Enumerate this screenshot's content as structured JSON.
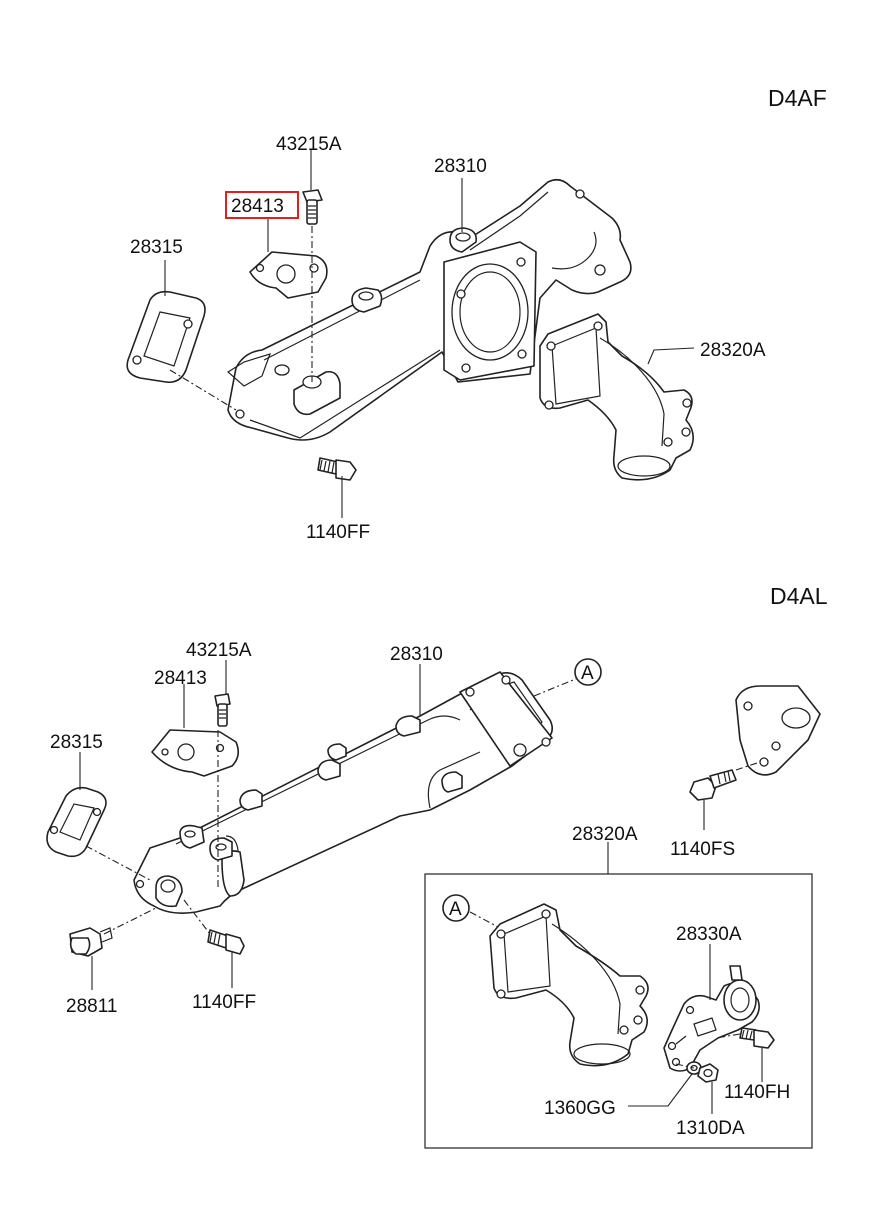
{
  "colors": {
    "highlight": "#e02020",
    "ink": "#111111"
  },
  "sections": {
    "top": {
      "header": "D4AF",
      "labels": {
        "bolt_top": "43215A",
        "bracket": "28413",
        "manifold": "28310",
        "gasket": "28315",
        "elbow": "28320A",
        "bolt_bottom": "1140FF"
      }
    },
    "bottom": {
      "header": "D4AL",
      "labels": {
        "bolt_top": "43215A",
        "bracket": "28413",
        "manifold": "28310",
        "gasket": "28315",
        "elbow_group": "28320A",
        "bracket_bolt": "1140FS",
        "sensor": "28811",
        "bolt_bottom": "1140FF",
        "valve": "28330A",
        "valve_bolt": "1140FH",
        "washer": "1360GG",
        "nut": "1310DA",
        "ref_a": "A",
        "ref_a_box": "A"
      }
    }
  }
}
